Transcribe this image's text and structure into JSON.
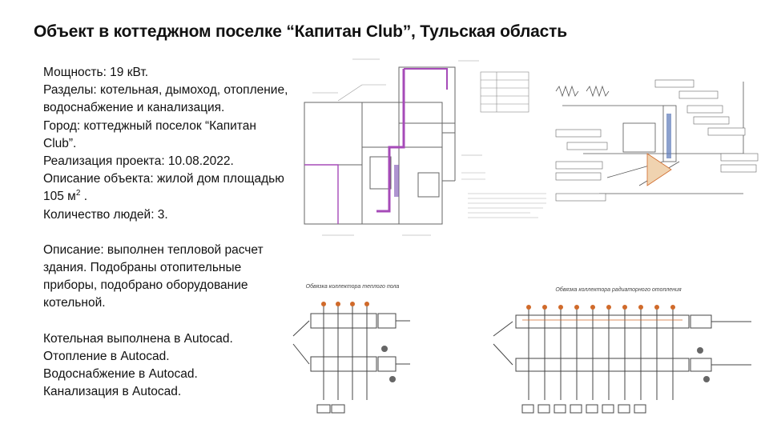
{
  "title": "Объект в коттеджном поселке “Капитан Club”, Тульская область",
  "info": {
    "power": "Мощность: 19 кВт.",
    "sections": "Разделы: котельная, дымоход, отопление, водоснабжение и канализация.",
    "city": "Город: коттеджный поселок “Капитан Club”.",
    "date": "Реализация проекта: 10.08.2022.",
    "object_prefix": "Описание объекта: жилой дом площадью 105 м",
    "object_sup": "2",
    "object_suffix": " .",
    "people": "Количество людей: 3."
  },
  "description": "Описание:  выполнен тепловой расчет здания. Подобраны отопительные приборы, подобрано оборудование котельной.",
  "software": [
    "Котельная выполнена в Autocad.",
    "Отопление в Autocad.",
    "Водоснабжение в Autocad.",
    "Канализация в Autocad."
  ],
  "drawings": {
    "floor_collector_caption": "Обвязка коллектора теплого пола",
    "radiator_collector_caption": "Обвязка коллектора радиаторного отопления",
    "colors": {
      "line": "#444444",
      "pipe": "#a64bb8",
      "accent": "#d06a2a"
    }
  }
}
